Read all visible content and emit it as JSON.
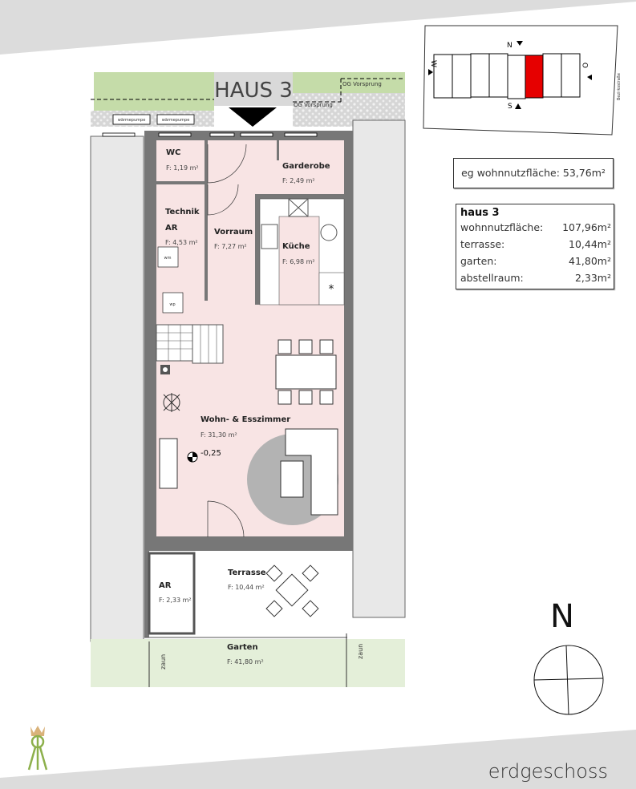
{
  "title": "HAUS 3",
  "floor_label": "erdgeschoss",
  "north_label": "N",
  "site_plan": {
    "directions": {
      "n": "N",
      "s": "S",
      "w": "W",
      "o": "O"
    },
    "street": "Bezirksstraße",
    "highlight_color": "#e60000"
  },
  "eg_area": "eg wohnnutzfläche:  53,76m²",
  "summary": {
    "title": "haus 3",
    "rows": [
      {
        "label": "wohnnutzfläche:",
        "value": "107,96m²"
      },
      {
        "label": "terrasse:",
        "value": "10,44m²"
      },
      {
        "label": "garten:",
        "value": "41,80m²"
      },
      {
        "label": "abstellraum:",
        "value": "2,33m²"
      }
    ]
  },
  "plan": {
    "og_vorsprung": "OG Vorsprung",
    "waermepumpe": "wärmepumpe",
    "zaun": "zaun",
    "level": "-0,25",
    "wm": "wm",
    "wp": "wp",
    "rooms": [
      {
        "name": "WC",
        "area": "F: 1,19 m²"
      },
      {
        "name": "Garderobe",
        "area": "F: 2,49 m²"
      },
      {
        "name": "Technik",
        "name2": "AR",
        "area": "F: 4,53 m²"
      },
      {
        "name": "Vorraum",
        "area": "F: 7,27 m²"
      },
      {
        "name": "Küche",
        "area": "F: 6,98 m²"
      },
      {
        "name": "Wohn- & Esszimmer",
        "area": "F: 31,30 m²"
      },
      {
        "name": "AR",
        "area": "F: 2,33 m²"
      },
      {
        "name": "Terrasse",
        "area": "F: 10,44 m²"
      },
      {
        "name": "Garten",
        "area": "F: 41,80 m²"
      }
    ]
  }
}
